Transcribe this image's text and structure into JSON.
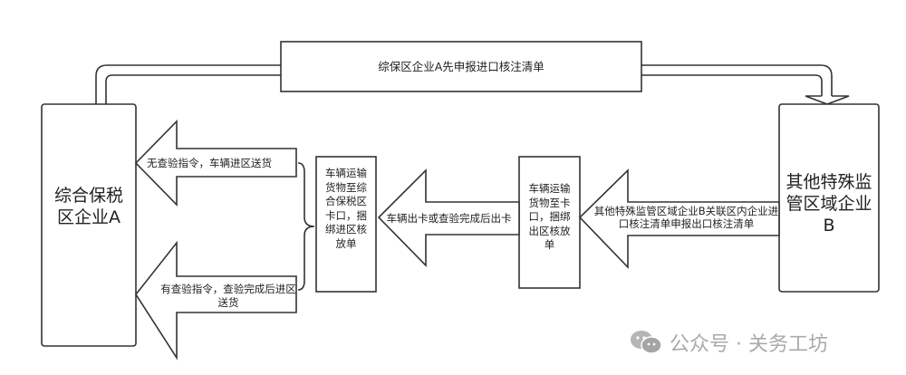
{
  "banner": {
    "label": "综保区企业A先申报进口核注清单"
  },
  "nodes": {
    "enterprise_a": "综合保税区企业A",
    "enterprise_b": "其他特殊监管区域企业B",
    "checkpoint_in": "车辆运输货物至综合保税区卡口，捆绑进区核放单",
    "checkpoint_out": "车辆运输货物至卡口，捆绑出区核放单"
  },
  "arrows": {
    "b_declare": "其他特殊监管区域企业B关联区内企业进口核注清单申报出口核注清单",
    "exit_gate": "车辆出卡或查验完成后出卡",
    "no_inspection": "无查验指令，车辆进区送货",
    "with_inspection": "有查验指令，查验完成后进区送货"
  },
  "watermark": {
    "text": "公众号 · 关务工坊"
  },
  "colors": {
    "stroke": "#333333",
    "watermark": "#aaaaaa"
  }
}
